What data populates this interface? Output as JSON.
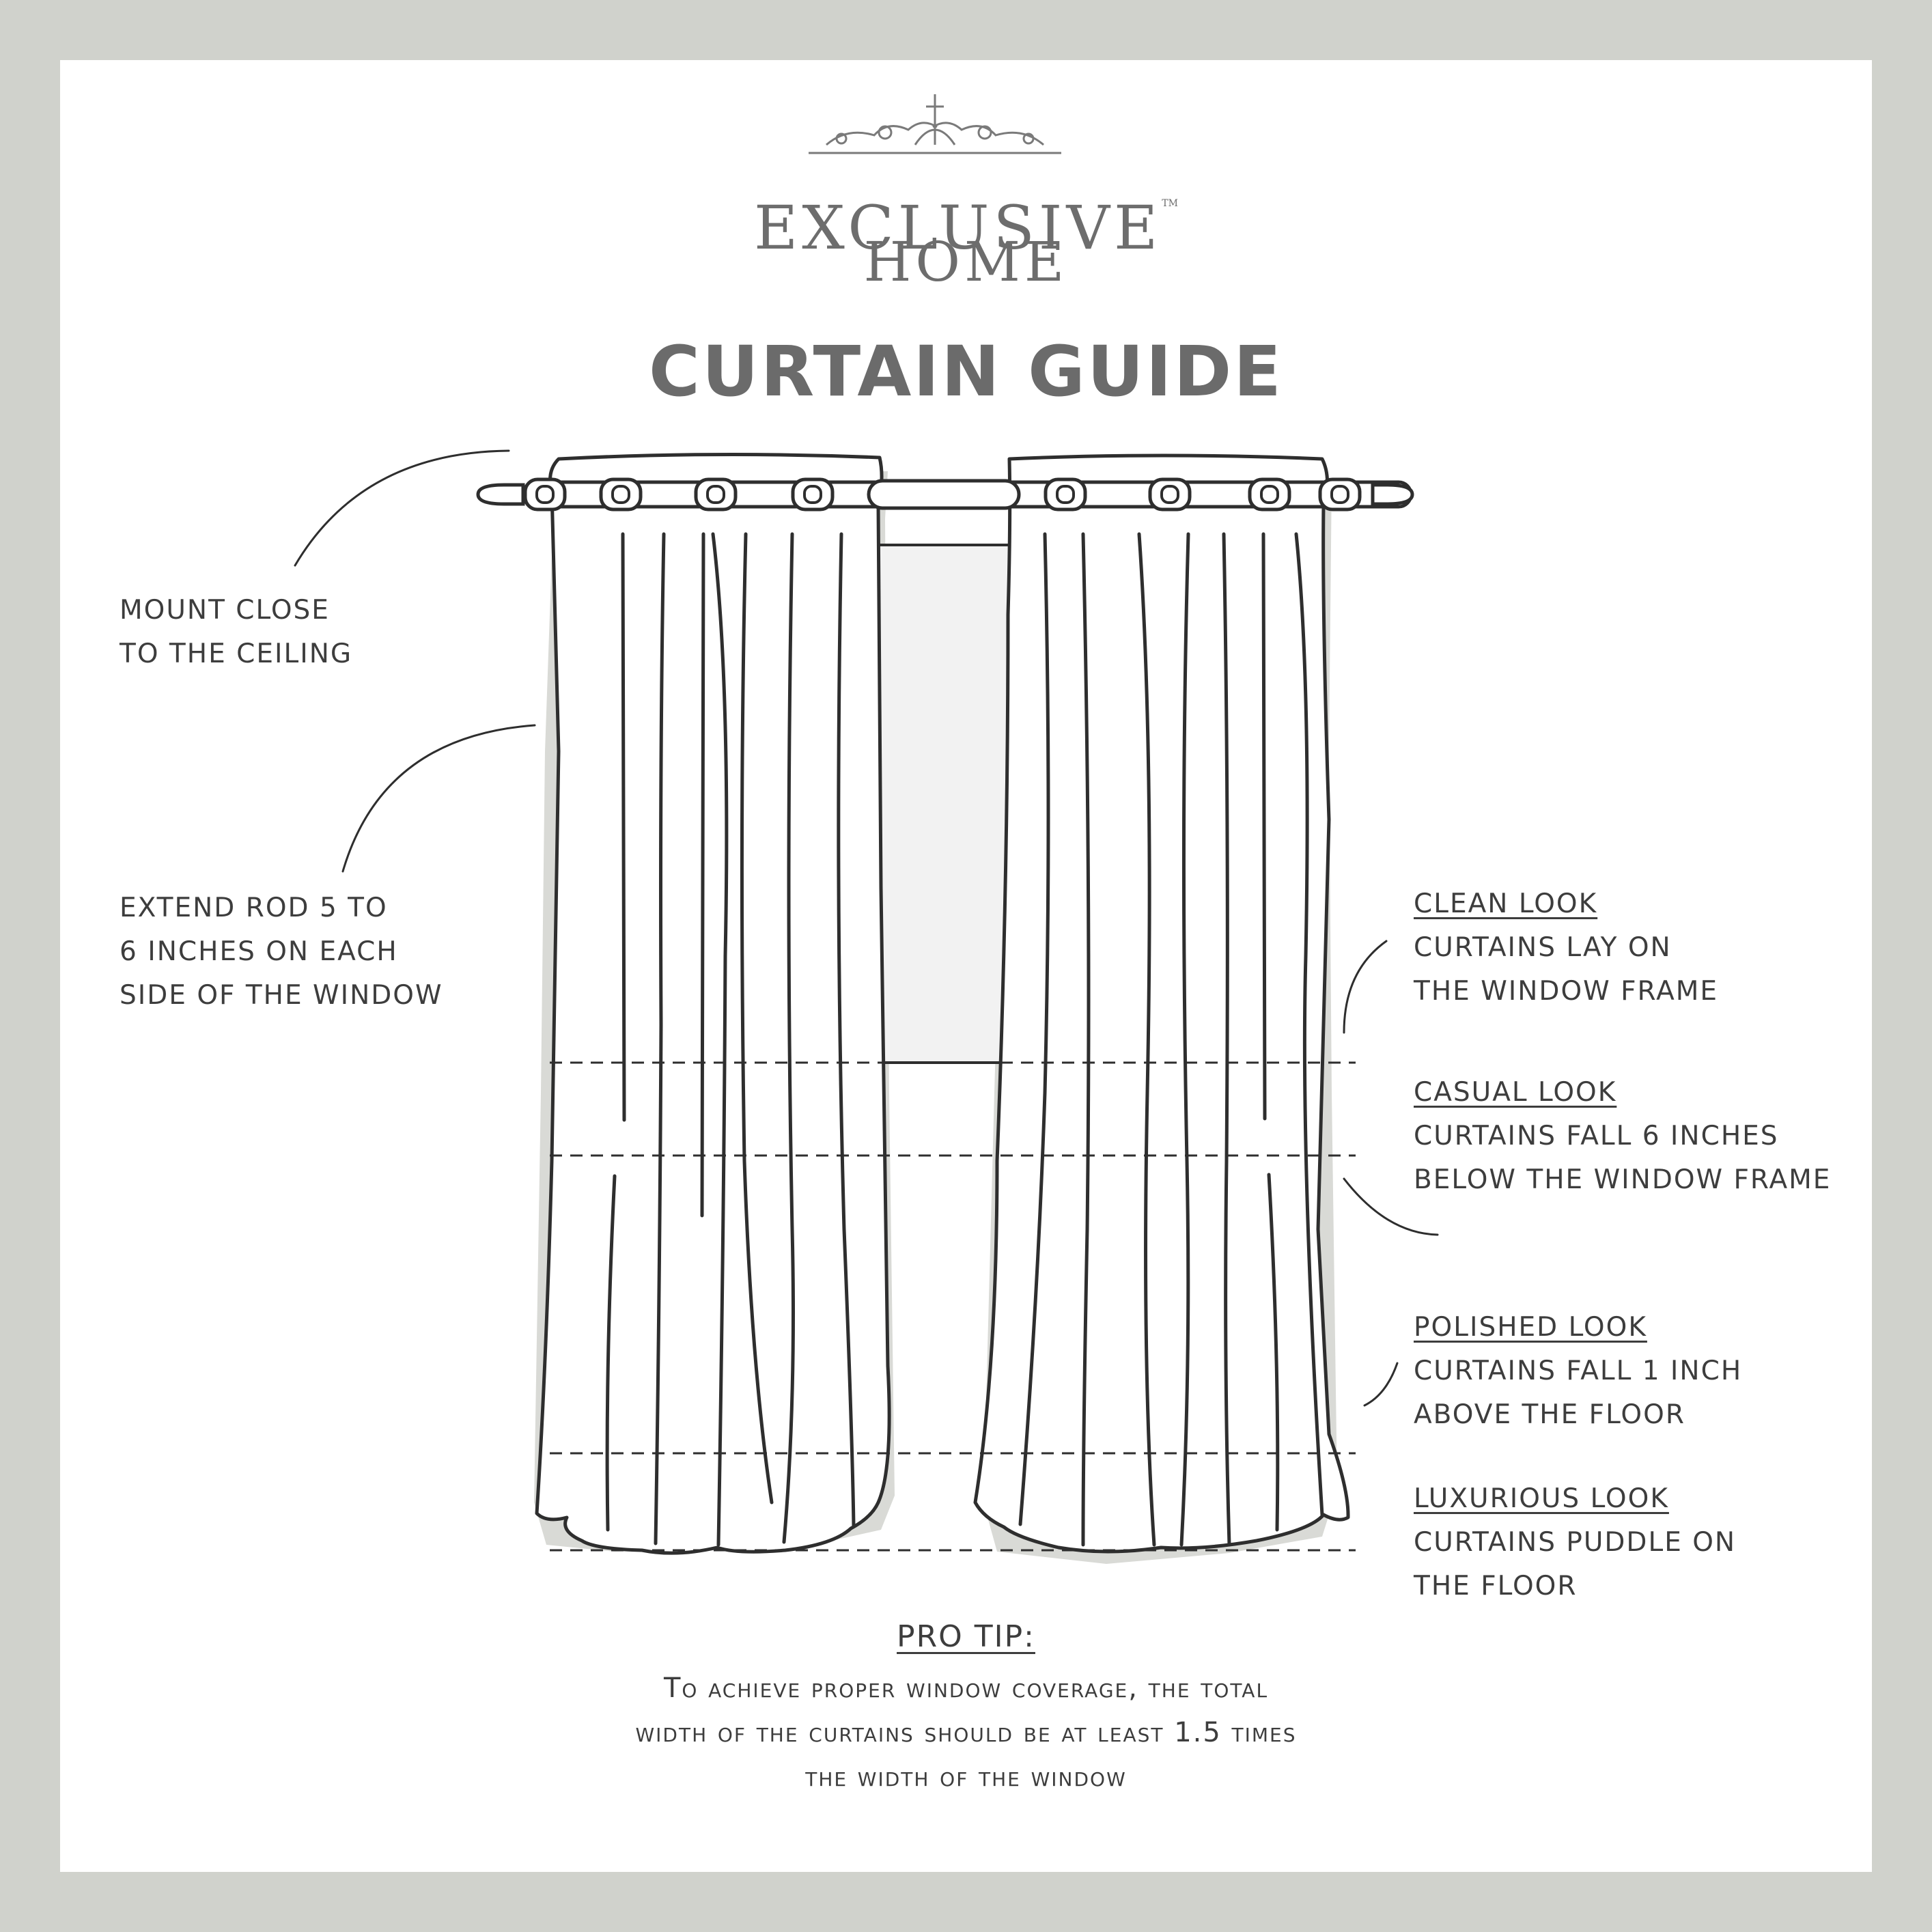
{
  "brand": {
    "line1": "EXCLUSIVE",
    "tm": "TM",
    "line2": "HOME"
  },
  "title": "CURTAIN GUIDE",
  "callouts_left": [
    {
      "lines": [
        "MOUNT CLOSE",
        "TO THE CEILING"
      ]
    },
    {
      "lines": [
        "EXTEND ROD 5 TO",
        "6 INCHES ON EACH",
        "SIDE OF THE WINDOW"
      ]
    }
  ],
  "looks": [
    {
      "heading": "CLEAN LOOK",
      "lines": [
        "CURTAINS LAY ON",
        "THE WINDOW FRAME"
      ]
    },
    {
      "heading": "CASUAL LOOK",
      "lines": [
        "CURTAINS FALL 6 INCHES",
        "BELOW THE WINDOW FRAME"
      ]
    },
    {
      "heading": "POLISHED LOOK",
      "lines": [
        "CURTAINS FALL 1 INCH",
        "ABOVE THE FLOOR"
      ]
    },
    {
      "heading": "LUXURIOUS LOOK",
      "lines": [
        "CURTAINS PUDDLE ON",
        "THE FLOOR"
      ]
    }
  ],
  "pro_tip": {
    "heading": "PRO TIP:",
    "lines": [
      "To achieve proper window coverage, the total",
      "width of the curtains should be at least 1.5 times",
      "the width of the window"
    ]
  },
  "colors": {
    "background": "#d0d2cc",
    "panel": "#ffffff",
    "fabric": "#d9dad6",
    "line": "#2e2e2e",
    "text": "#3d3d3d",
    "title": "#6b6b6b"
  }
}
